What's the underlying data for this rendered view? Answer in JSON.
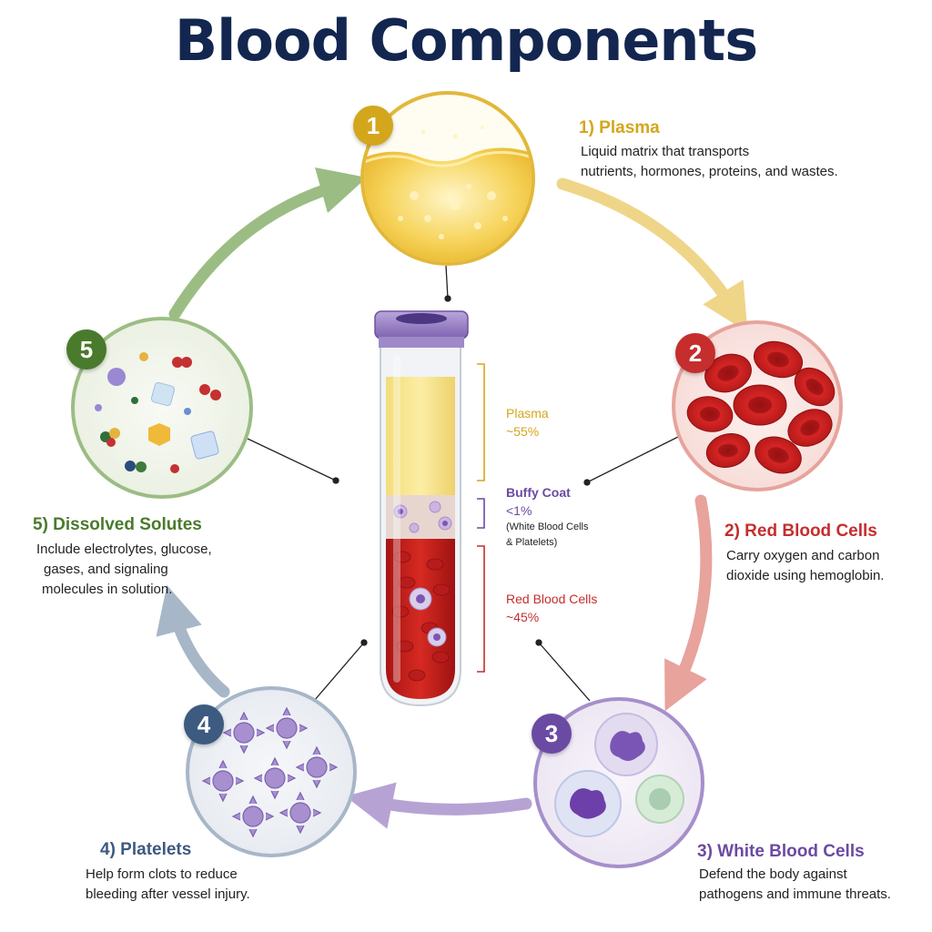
{
  "title": "Blood Components",
  "colors": {
    "plasma": "#d4a61c",
    "red_cells": "#c62d2d",
    "white_cells": "#6b4aa3",
    "platelets": "#3d5a80",
    "solutes": "#4a7a2c",
    "title": "#12264f"
  },
  "components": [
    {
      "number": "1",
      "heading": "1) Plasma",
      "desc_lines": [
        "Liquid matrix that transports",
        "nutrients, hormones, proteins, and wastes."
      ]
    },
    {
      "number": "2",
      "heading": "2) Red Blood Cells",
      "desc_lines": [
        "Carry oxygen and carbon",
        "dioxide using hemoglobin."
      ]
    },
    {
      "number": "3",
      "heading": "3) White Blood Cells",
      "desc_lines": [
        "Defend the body against",
        "pathogens and immune threats."
      ]
    },
    {
      "number": "4",
      "heading": "4) Platelets",
      "desc_lines": [
        "Help form clots to reduce",
        "bleeding after vessel injury."
      ]
    },
    {
      "number": "5",
      "heading": "5) Dissolved Solutes",
      "desc_lines": [
        "Include electrolytes, glucose,",
        "gases, and signaling",
        "molecules in solution."
      ]
    }
  ],
  "tube": {
    "plasma_label": "Plasma",
    "plasma_value": "~55%",
    "buffy_label": "Buffy Coat",
    "buffy_value": "<1%",
    "buffy_note_1": "(White Blood Cells",
    "buffy_note_2": "& Platelets)",
    "rbc_label": "Red Blood Cells",
    "rbc_value": "~45%"
  }
}
